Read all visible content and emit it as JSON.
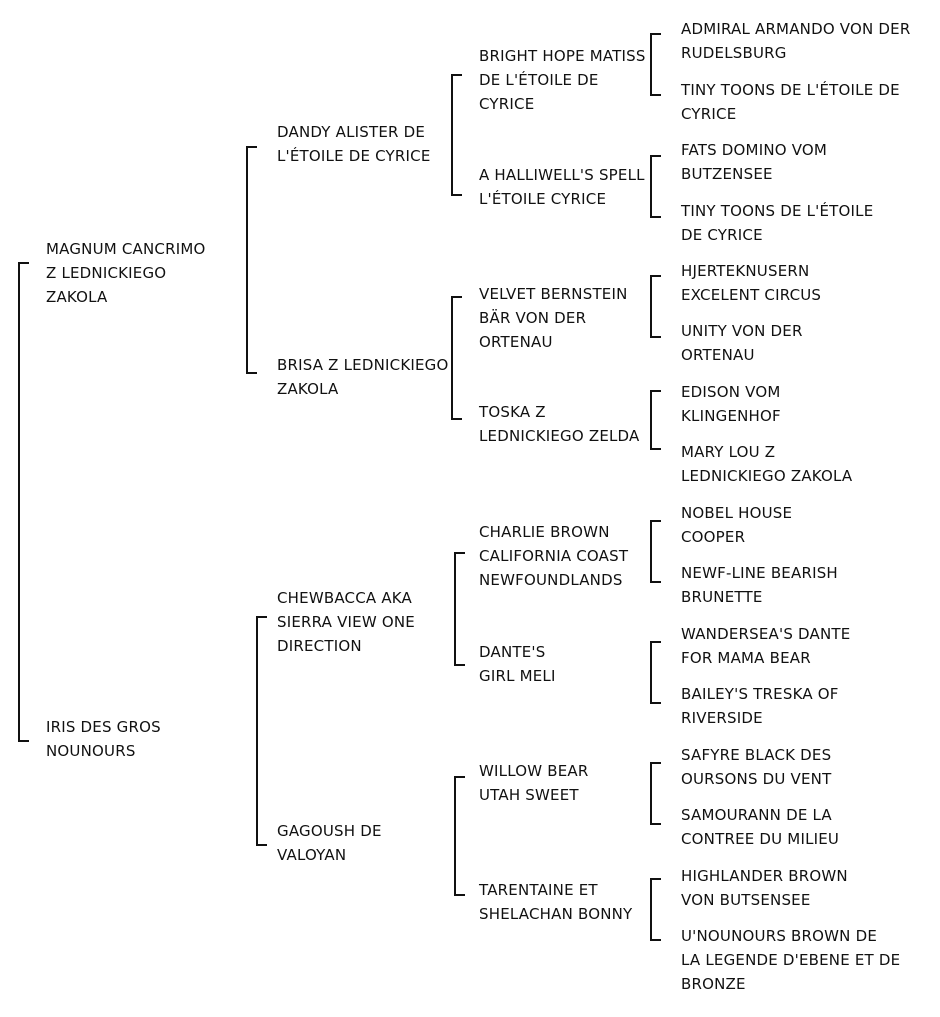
{
  "pedigree": {
    "parents": [
      "MAGNUM CANCRIMO\nZ LEDNICKIEGO\nZAKOLA",
      "IRIS DES GROS\nNOUNOURS"
    ],
    "grandparents": [
      "DANDY ALISTER DE\nL'ÉTOILE DE CYRICE",
      "BRISA Z LEDNICKIEGO\nZAKOLA",
      "CHEWBACCA AKA\nSIERRA VIEW ONE\nDIRECTION",
      "GAGOUSH DE\nVALOYAN"
    ],
    "great_grandparents": [
      "BRIGHT HOPE MATISS\nDE L'ÉTOILE DE\nCYRICE",
      "A HALLIWELL'S SPELL\nL'ÉTOILE CYRICE",
      "VELVET BERNSTEIN\nBÄR VON DER\nORTENAU",
      "TOSKA Z\nLEDNICKIEGO ZELDA",
      "CHARLIE BROWN\nCALIFORNIA COAST\nNEWFOUNDLANDS",
      "DANTE'S\nGIRL MELI",
      "WILLOW BEAR\nUTAH SWEET",
      "TARENTAINE ET\nSHELACHAN BONNY"
    ],
    "great_great_grandparents": [
      "ADMIRAL ARMANDO VON DER\nRUDELSBURG",
      "TINY TOONS DE L'ÉTOILE DE\nCYRICE",
      "FATS DOMINO VOM\nBUTZENSEE",
      "TINY TOONS DE L'ÉTOILE\nDE CYRICE",
      "HJERTEKNUSERN\nEXCELENT CIRCUS",
      "UNITY VON DER\nORTENAU",
      "EDISON VOM\nKLINGENHOF",
      "MARY LOU Z\nLEDNICKIEGO ZAKOLA",
      "NOBEL HOUSE\nCOOPER",
      "NEWF-LINE BEARISH\nBRUNETTE",
      "WANDERSEA'S DANTE\nFOR MAMA BEAR",
      "BAILEY'S TRESKA OF\nRIVERSIDE",
      "SAFYRE BLACK DES\nOURSONS DU VENT",
      "SAMOURANN DE LA\nCONTREE DU MILIEU",
      "HIGHLANDER BROWN\nVON BUTSENSEE",
      "U'NOUNOURS BROWN DE\nLA LEGENDE D'EBENE ET DE\nBRONZE"
    ]
  }
}
